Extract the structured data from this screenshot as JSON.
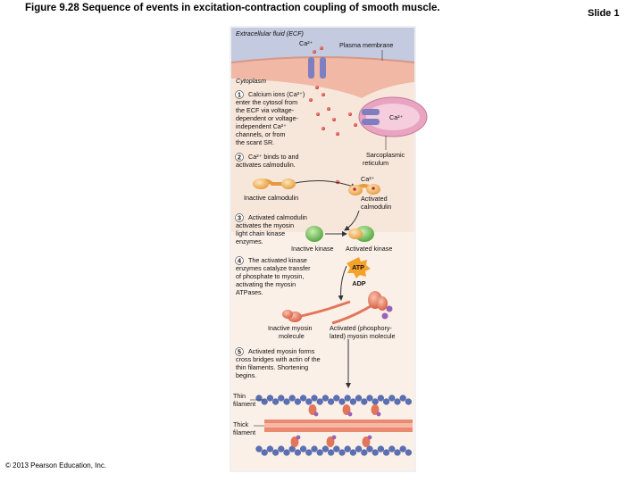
{
  "header": {
    "title": "Figure 9.28 Sequence of events in excitation-contraction coupling of smooth muscle.",
    "slide": "Slide 1"
  },
  "footer": {
    "copyright": "© 2013 Pearson Education, Inc."
  },
  "labels": {
    "ecf": "Extracellular fluid (ECF)",
    "ca_top": "Ca²⁺",
    "plasma_membrane": "Plasma membrane",
    "cytoplasm": "Cytoplasm",
    "ca_sr": "Ca²⁺",
    "sr": [
      "Sarcoplasmic",
      "reticulum"
    ],
    "ca_mid": "Ca²⁺",
    "inactive_calmodulin": "Inactive calmodulin",
    "activated_calmodulin": [
      "Activated",
      "calmodulin"
    ],
    "inactive_kinase": "Inactive kinase",
    "activated_kinase": "Activated kinase",
    "atp": "ATP",
    "adp": "ADP",
    "inactive_myosin": [
      "Inactive myosin",
      "molecule"
    ],
    "activated_myosin": [
      "Activated (phosphory-",
      "lated) myosin molecule"
    ],
    "thin_filament": [
      "Thin",
      "filament"
    ],
    "thick_filament": [
      "Thick",
      "filament"
    ]
  },
  "steps": [
    {
      "num": "1",
      "lines": [
        "Calcium ions (Ca²⁺)",
        "enter the cytosol from",
        "the ECF via voltage-",
        "dependent or voltage-",
        "independent Ca²⁺",
        "channels, or from",
        "the scant SR."
      ]
    },
    {
      "num": "2",
      "lines": [
        "Ca²⁺ binds to and",
        "activates calmodulin."
      ]
    },
    {
      "num": "3",
      "lines": [
        "Activated calmodulin",
        "activates the myosin",
        "light chain kinase",
        "enzymes."
      ]
    },
    {
      "num": "4",
      "lines": [
        "The activated kinase",
        "enzymes catalyze transfer",
        "of phosphate to myosin,",
        "activating the myosin",
        "ATPases."
      ]
    },
    {
      "num": "5",
      "lines": [
        "Activated myosin forms",
        "cross bridges with actin of the",
        "thin filaments. Shortening",
        "begins."
      ]
    }
  ],
  "colors": {
    "ecf": "#c4cadf",
    "cytoplasm": "#f7dccb",
    "membrane": "#f0b8a5",
    "channel": "#7d7fc0",
    "calcium": "#d2453f",
    "calmodulin": "#f2b66a",
    "kinase": "#7cc45c",
    "myosin": "#e2755a",
    "actin": "#5a6fb5",
    "atp": "#f4a22a",
    "phosphate": "#9a63b5"
  }
}
